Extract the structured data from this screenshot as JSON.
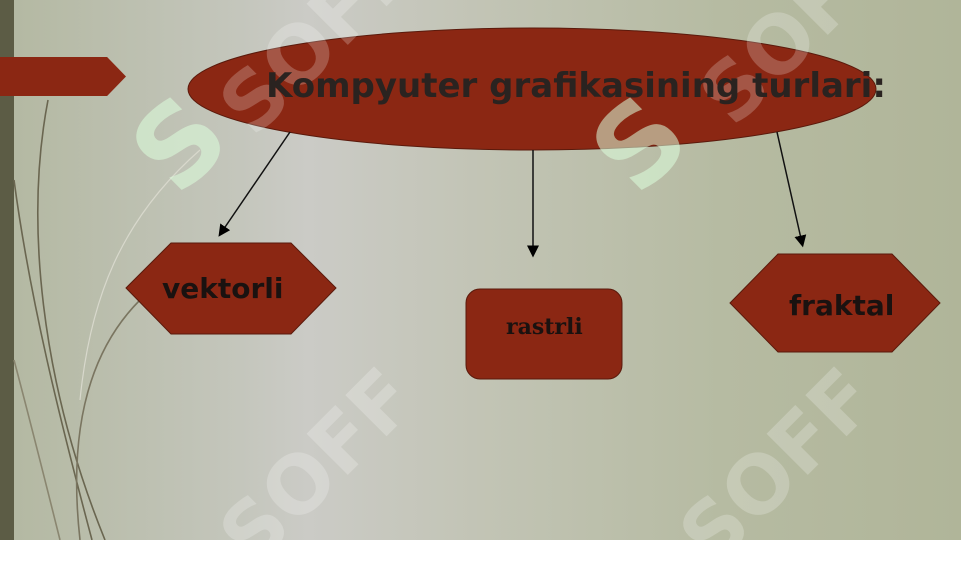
{
  "diagram": {
    "title": "Kompyuter grafikasining turlari:",
    "nodes": {
      "vektorli": "vektorli",
      "rastrli": "rastrli",
      "fraktal": "fraktal"
    }
  },
  "watermark": {
    "text": "SOFF",
    "icon": "S"
  },
  "colors": {
    "shape_fill": "#8b2713",
    "accent_bar": "#5c5c45"
  }
}
